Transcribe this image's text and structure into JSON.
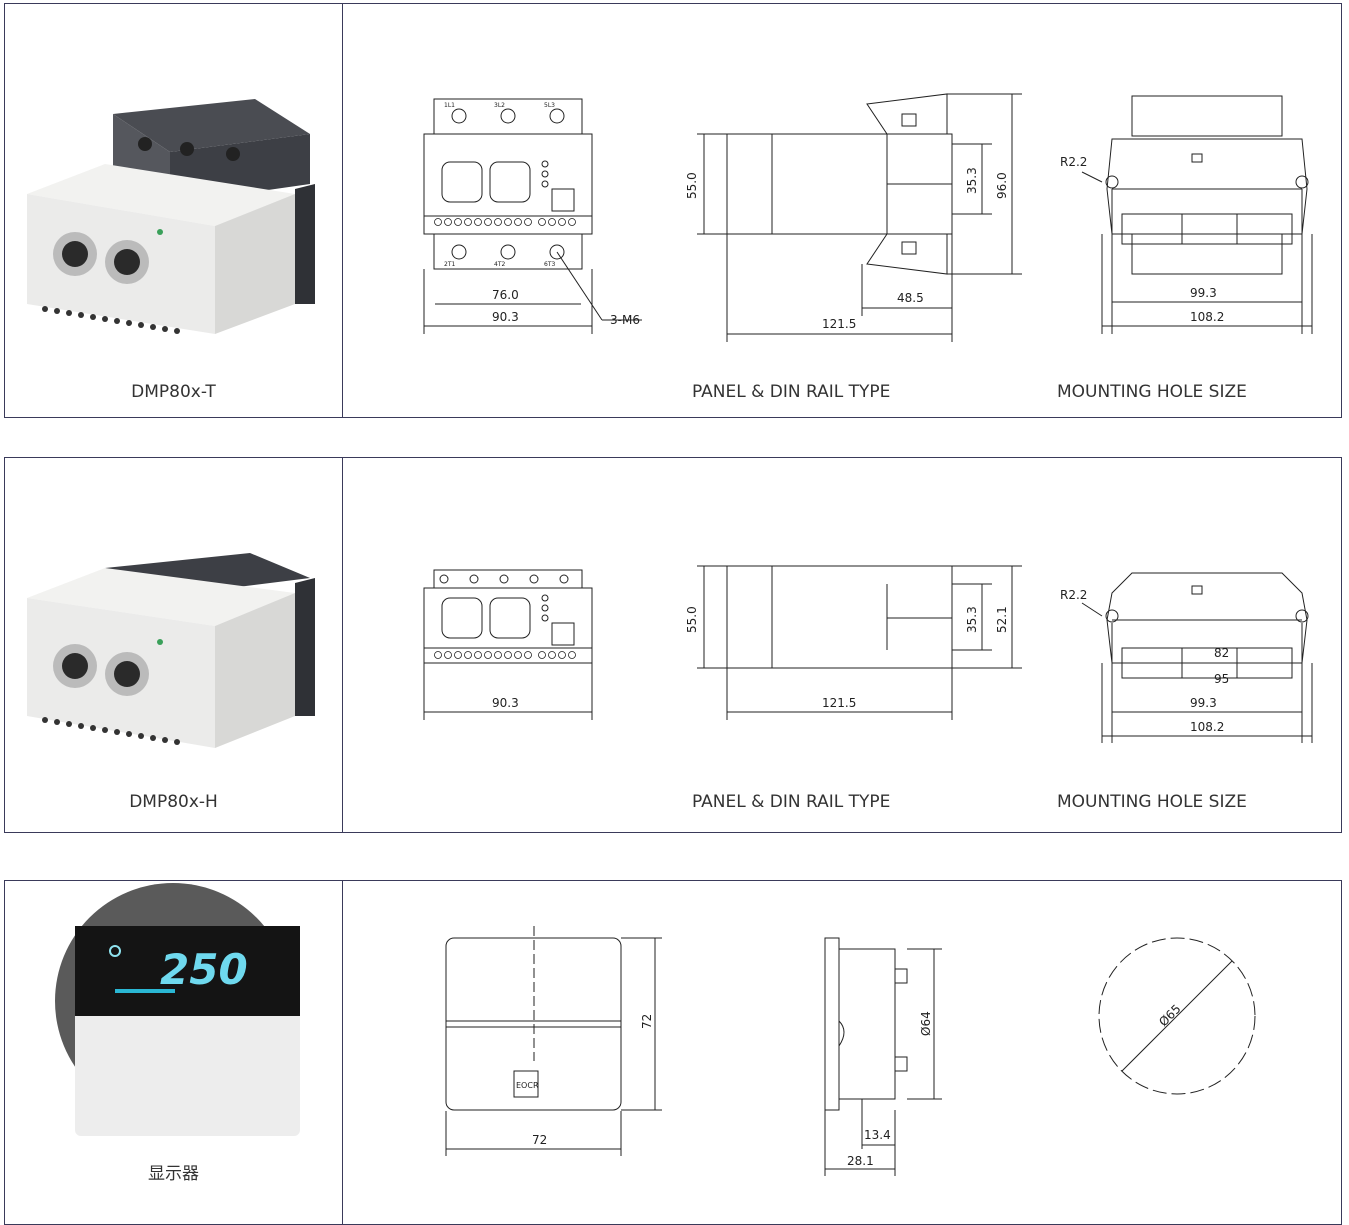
{
  "panels": [
    {
      "product_name": "DMP80x-T",
      "captions": [
        "PANEL & DIN RAIL TYPE",
        "MOUNTING HOLE SIZE"
      ],
      "dims": {
        "front_inner": "76.0",
        "front_outer": "90.3",
        "front_screw": "3-M6",
        "side_height": "55.0",
        "side_depth": "121.5",
        "side_rail": "48.5",
        "side_inner": "35.3",
        "side_total": "96.0",
        "mount_radius": "R2.2",
        "mount_inner": "99.3",
        "mount_outer": "108.2"
      },
      "terminal_top": [
        "1L1",
        "3L2",
        "5L3"
      ],
      "terminal_bottom": [
        "2T1",
        "4T2",
        "6T3"
      ]
    },
    {
      "product_name": "DMP80x-H",
      "captions": [
        "PANEL & DIN RAIL TYPE",
        "MOUNTING HOLE SIZE"
      ],
      "dims": {
        "front_outer": "90.3",
        "side_height": "55.0",
        "side_depth": "121.5",
        "side_inner": "35.3",
        "side_total": "52.1",
        "mount_radius": "R2.2",
        "mount_inner": "99.3",
        "mount_outer": "108.2",
        "mount_a": "82",
        "mount_b": "95"
      }
    },
    {
      "product_name": "显示器",
      "display_reading": "250",
      "dims": {
        "front_width": "72",
        "front_height": "72",
        "front_label": "EOCR",
        "side_diameter": "Ø64",
        "side_a": "13.4",
        "side_b": "28.1",
        "hole_diameter": "Ø65"
      }
    }
  ],
  "colors": {
    "border": "#3a3a5a",
    "line": "#222222",
    "device_dark": "#3d3f45",
    "device_light": "#e8e8e6"
  }
}
